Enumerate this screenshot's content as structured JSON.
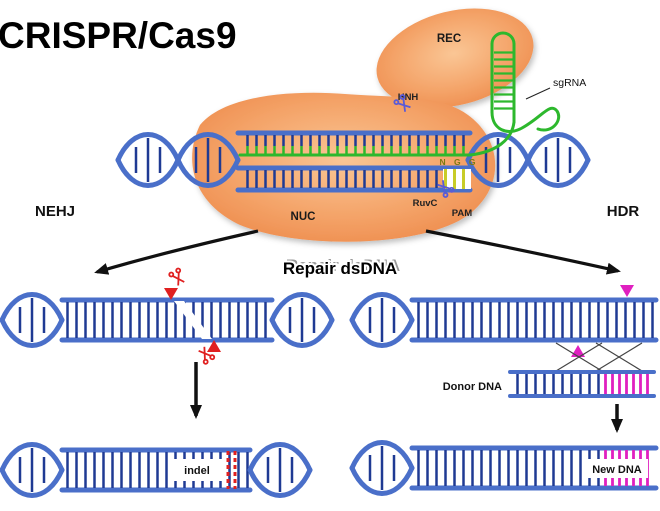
{
  "title": "CRISPR/Cas9",
  "cas9": {
    "rec": "REC",
    "nuc": "NUC",
    "sgrna": "sgRNA",
    "hnh": "HNH",
    "ruvc": "RuvC",
    "pam": "PAM",
    "ngg": "N G G"
  },
  "pathways": {
    "left": "NEHJ",
    "right": "HDR",
    "repair": "Repair dsDNA"
  },
  "left_result": {
    "indel": "indel"
  },
  "right_result": {
    "donor": "Donor DNA",
    "new_dna": "New DNA"
  },
  "colors": {
    "protein_orange": "#F09A5C",
    "sgrna_green": "#2DB82D",
    "dna_blue": "#4A6FC9",
    "dna_navy": "#1F3A93",
    "magenta": "#E020C0",
    "cut_red": "#E02020"
  }
}
